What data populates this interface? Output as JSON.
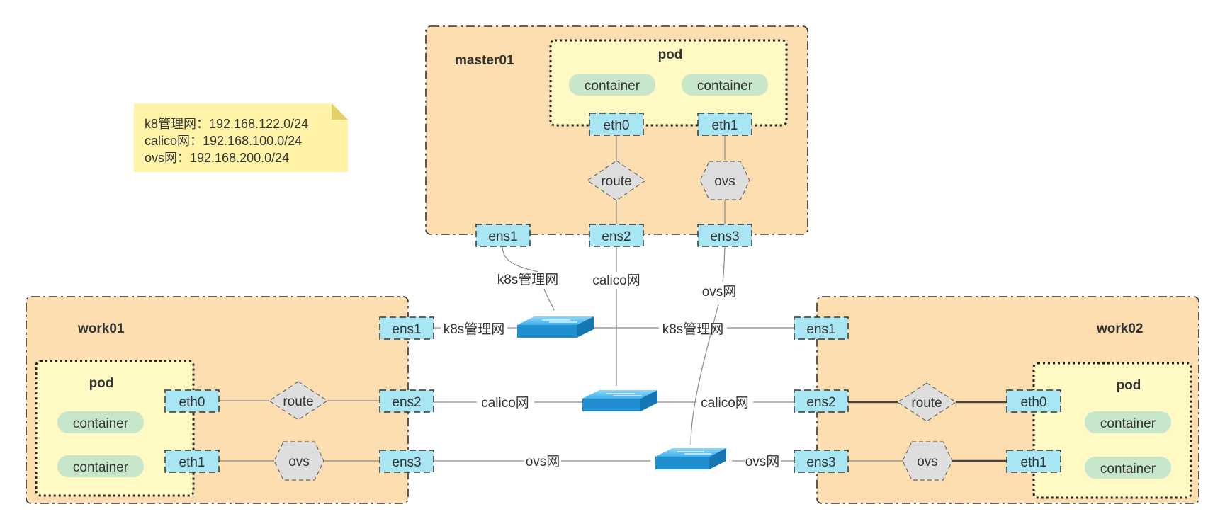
{
  "note": {
    "lines": [
      "k8管理网：192.168.122.0/24",
      "calico网：192.168.100.0/24",
      "ovs网：192.168.200.0/24"
    ]
  },
  "master": {
    "title": "master01",
    "pod_label": "pod",
    "containers": [
      "container",
      "container"
    ],
    "eth0": "eth0",
    "eth1": "eth1",
    "route": "route",
    "ovs": "ovs",
    "ens1": "ens1",
    "ens2": "ens2",
    "ens3": "ens3"
  },
  "work01": {
    "title": "work01",
    "pod_label": "pod",
    "containers": [
      "container",
      "container"
    ],
    "eth0": "eth0",
    "eth1": "eth1",
    "route": "route",
    "ovs": "ovs",
    "ens1": "ens1",
    "ens2": "ens2",
    "ens3": "ens3"
  },
  "work02": {
    "title": "work02",
    "pod_label": "pod",
    "containers": [
      "container",
      "container"
    ],
    "eth0": "eth0",
    "eth1": "eth1",
    "route": "route",
    "ovs": "ovs",
    "ens1": "ens1",
    "ens2": "ens2",
    "ens3": "ens3"
  },
  "networks": {
    "k8s": "k8s管理网",
    "calico": "calico网",
    "ovs": "ovs网"
  },
  "colors": {
    "host_fill": "#fddeb0",
    "pod_fill": "#fff9c4",
    "nic_fill": "#a8e6f4",
    "container_fill": "#c8e6c9",
    "device_fill": "#dedede",
    "switch_top": "#6ec6ef",
    "switch_side": "#1e88c9",
    "note_fill": "#fff3a8"
  }
}
